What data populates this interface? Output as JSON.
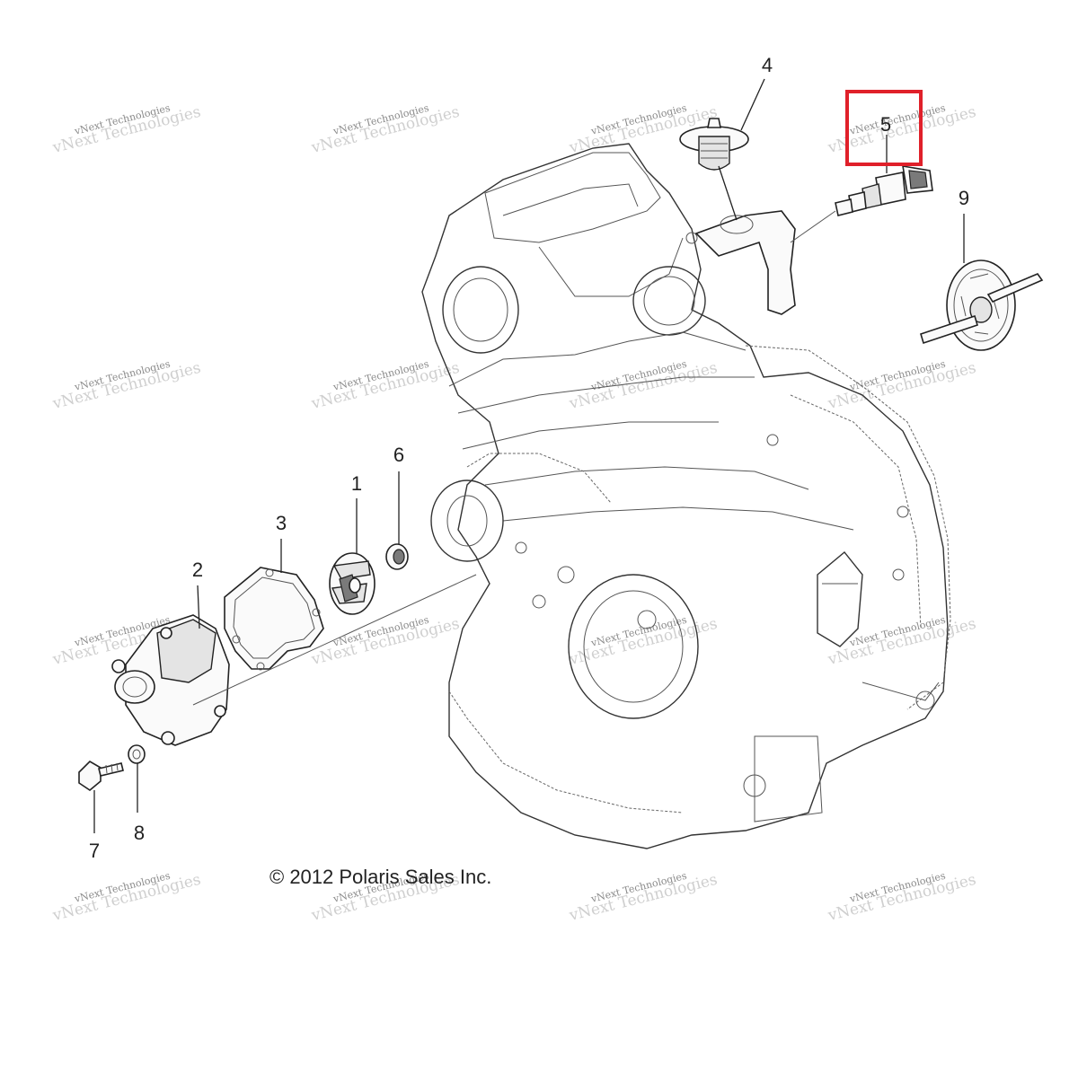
{
  "diagram": {
    "copyright": "© 2012 Polaris Sales Inc.",
    "highlight_color": "#e0202a",
    "callouts": [
      {
        "id": "1",
        "label": "1"
      },
      {
        "id": "2",
        "label": "2"
      },
      {
        "id": "3",
        "label": "3"
      },
      {
        "id": "4",
        "label": "4"
      },
      {
        "id": "5",
        "label": "5"
      },
      {
        "id": "6",
        "label": "6"
      },
      {
        "id": "7",
        "label": "7"
      },
      {
        "id": "8",
        "label": "8"
      },
      {
        "id": "9",
        "label": "9"
      }
    ],
    "watermark": {
      "line1": "vNext Technologies",
      "line2": "vNext Technologies"
    }
  }
}
